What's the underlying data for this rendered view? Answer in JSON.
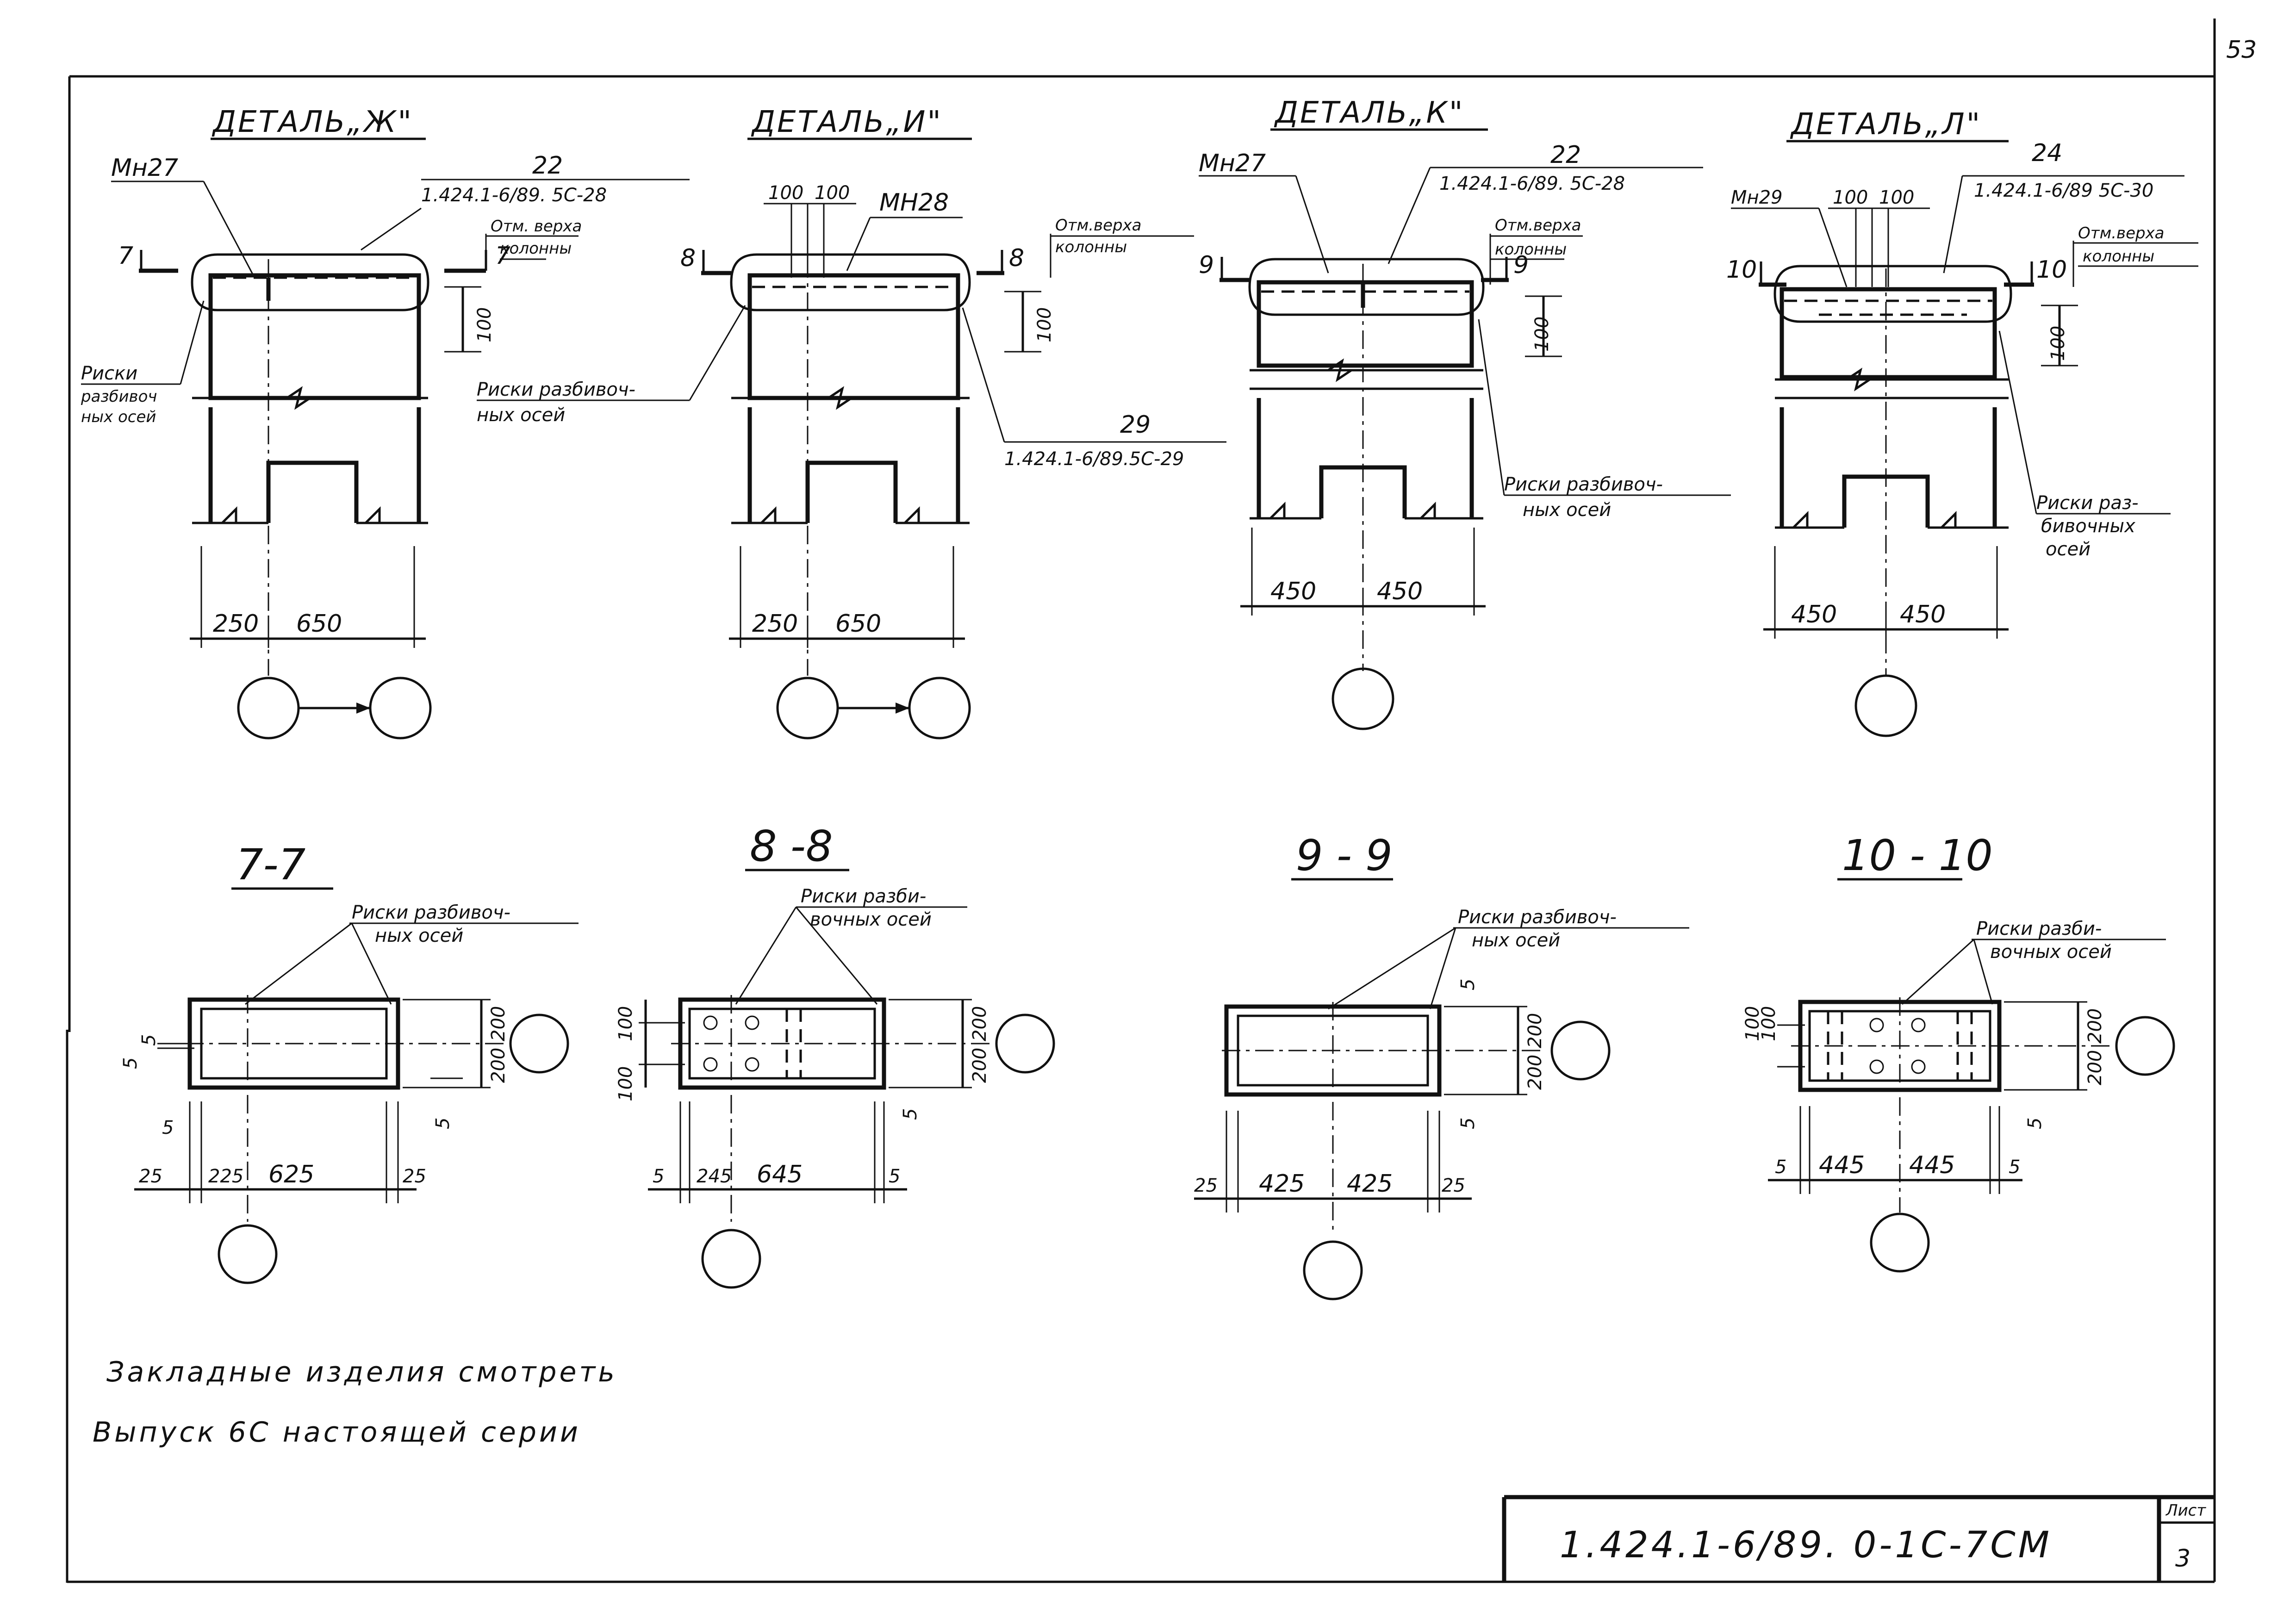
{
  "page_number": "53",
  "details": [
    {
      "title": "ДЕТАЛЬ„Ж\"",
      "embed": "Мн27",
      "ref_number": "22",
      "ref_code": "1.424.1-6/89. 5С-28",
      "elev": [
        "Отм. верха",
        "колонны"
      ],
      "cut_mark": "7",
      "dim_100": "100",
      "axis_note": [
        "Риски",
        "разбивоч",
        "ных осей"
      ],
      "dims_bottom": [
        "250",
        "650"
      ]
    },
    {
      "title": "ДЕТАЛЬ„И\"",
      "embed": "МН28",
      "top_dims": [
        "100",
        "100"
      ],
      "elev": [
        "Отм.верха",
        "колонны"
      ],
      "cut_mark": "8",
      "dim_100": "100",
      "axis_note": [
        "Риски разбивоч-",
        "ных осей"
      ],
      "ref_number": "29",
      "ref_code": "1.424.1-6/89.5С-29",
      "dims_bottom": [
        "250",
        "650"
      ]
    },
    {
      "title": "ДЕТАЛЬ„К\"",
      "embed": "Мн27",
      "ref_number": "22",
      "ref_code": "1.424.1-6/89. 5С-28",
      "elev": [
        "Отм.верха",
        "колонны"
      ],
      "cut_mark": "9",
      "dim_100": "100",
      "axis_note": [
        "Риски разбивоч-",
        "ных осей"
      ],
      "dims_bottom": [
        "450",
        "450"
      ]
    },
    {
      "title": "ДЕТАЛЬ„Л\"",
      "embed": "Мн29",
      "top_dims": [
        "100",
        "100"
      ],
      "ref_number": "24",
      "ref_code": "1.424.1-6/89 5С-30",
      "elev": [
        "Отм.верха",
        "колонны"
      ],
      "cut_mark": "10",
      "dim_100": "100",
      "axis_note": [
        "Риски раз-",
        "бивочных",
        "осей"
      ],
      "dims_bottom": [
        "450",
        "450"
      ]
    }
  ],
  "sections": [
    {
      "title": "7-7",
      "note": [
        "Риски разбивоч-",
        "ных осей"
      ],
      "dims_right": [
        "200",
        "200"
      ],
      "dim_side_5": "5",
      "dim_left": [
        "5",
        "5"
      ],
      "dim_left_low": "5",
      "dims_bottom": [
        "25",
        "225",
        "625",
        "25"
      ]
    },
    {
      "title": "8 -8",
      "note": [
        "Риски разби-",
        "вочных осей"
      ],
      "dims_right": [
        "200",
        "200"
      ],
      "dim_side_5": "5",
      "dims_left": [
        "100",
        "100"
      ],
      "dims_bottom": [
        "5",
        "245",
        "645",
        "5"
      ]
    },
    {
      "title": "9 - 9",
      "note": [
        "Риски разбивоч-",
        "ных осей"
      ],
      "dims_right": [
        "200",
        "200"
      ],
      "dim_side_5": "5",
      "dim_top_5": "5",
      "dims_bottom": [
        "25",
        "425",
        "425",
        "25"
      ]
    },
    {
      "title": "10 - 10",
      "note": [
        "Риски разби-",
        "вочных осей"
      ],
      "dims_right": [
        "200",
        "200"
      ],
      "dim_side_5": "5",
      "dims_left": [
        "100",
        "100"
      ],
      "dims_bottom": [
        "5",
        "445",
        "445",
        "5"
      ]
    }
  ],
  "note": [
    "Закладные изделия смотреть",
    "Выпуск 6С настоящей серии"
  ],
  "stamp": {
    "code": "1.424.1-6/89. 0-1С-7СМ",
    "sheet_label": "Лист",
    "sheet_number": "3"
  }
}
